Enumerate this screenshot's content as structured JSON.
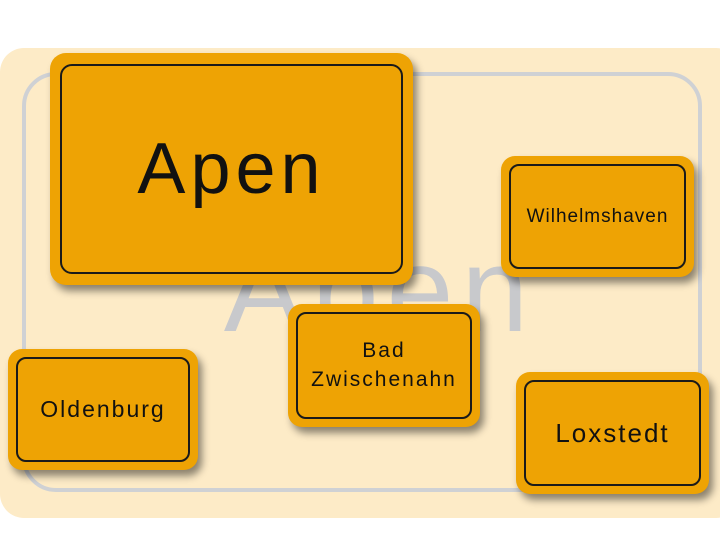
{
  "background": {
    "watermark_text": "Apen",
    "backdrop_color": "#fdebc7",
    "frame_color": "#cfd1d4"
  },
  "signs": [
    {
      "id": "apen",
      "label": "Apen"
    },
    {
      "id": "wilhelmshaven",
      "label": "Wilhelmshaven"
    },
    {
      "id": "bad-zwischenahn",
      "label": "Bad\nZwischenahn"
    },
    {
      "id": "oldenburg",
      "label": "Oldenburg"
    },
    {
      "id": "loxstedt",
      "label": "Loxstedt"
    }
  ],
  "colors": {
    "sign_fill": "#eea304",
    "sign_border": "#1a1a1a",
    "sign_text": "#111111"
  }
}
